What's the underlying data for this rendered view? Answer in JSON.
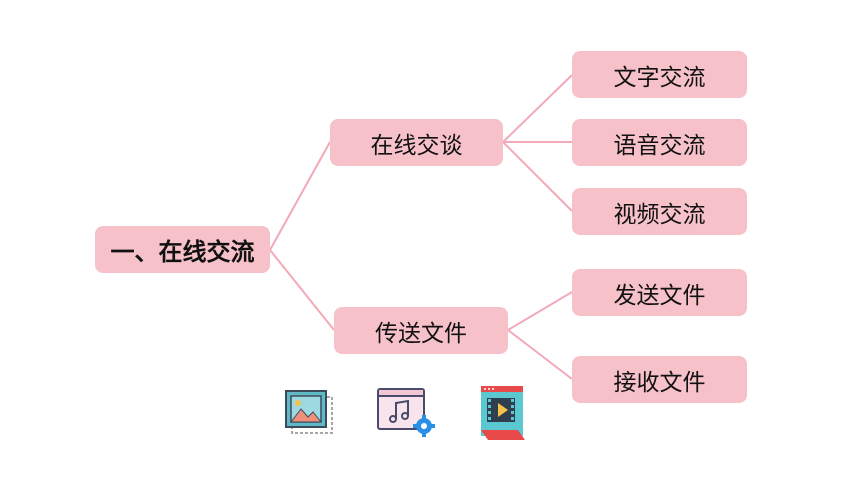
{
  "diagram": {
    "root": {
      "label": "一、在线交流"
    },
    "branches": [
      {
        "label": "在线交谈",
        "children": [
          {
            "label": "文字交流"
          },
          {
            "label": "语音交流"
          },
          {
            "label": "视频交流"
          }
        ]
      },
      {
        "label": "传送文件",
        "children": [
          {
            "label": "发送文件"
          },
          {
            "label": "接收文件"
          }
        ]
      }
    ]
  },
  "icons": [
    "image-file-icon",
    "music-file-icon",
    "video-file-icon"
  ],
  "colors": {
    "node_fill": "#f7c1ca",
    "connector": "#f3a9b8"
  }
}
